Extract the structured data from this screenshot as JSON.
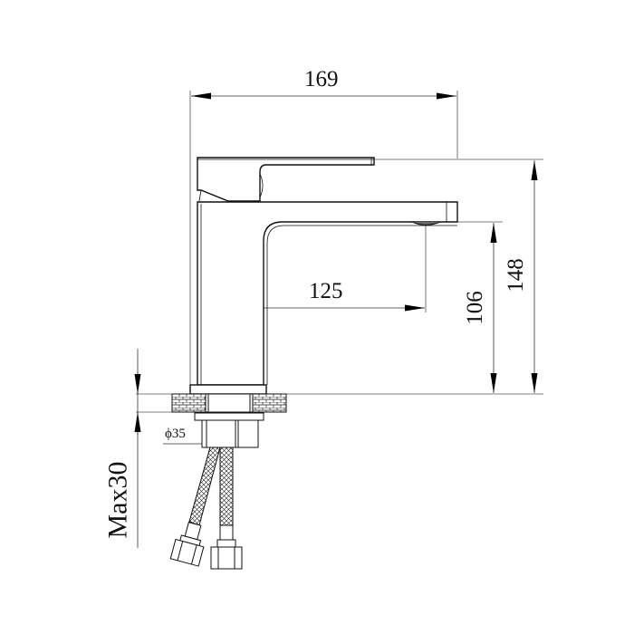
{
  "drawing": {
    "title": "Basin mixer tap dimension drawing",
    "units": "mm",
    "line_color": "#111111",
    "dim_line_color": "#333333",
    "background": "#ffffff"
  },
  "dimensions": {
    "overall_width": {
      "label": "169",
      "orientation": "horizontal"
    },
    "spout_reach": {
      "label": "125",
      "orientation": "horizontal"
    },
    "spout_height": {
      "label": "106",
      "orientation": "vertical"
    },
    "overall_height": {
      "label": "148",
      "orientation": "vertical"
    },
    "shank_diameter": {
      "label": "ϕ35",
      "orientation": "horizontal"
    },
    "max_deck_thickness": {
      "label": "Max30",
      "orientation": "vertical"
    }
  },
  "components": [
    {
      "name": "lever-handle"
    },
    {
      "name": "tap-body"
    },
    {
      "name": "spout"
    },
    {
      "name": "aerator"
    },
    {
      "name": "base-flange"
    },
    {
      "name": "countertop-section"
    },
    {
      "name": "mounting-nut"
    },
    {
      "name": "braided-hose-left"
    },
    {
      "name": "braided-hose-right"
    },
    {
      "name": "hose-nut-left"
    },
    {
      "name": "hose-nut-right"
    }
  ]
}
